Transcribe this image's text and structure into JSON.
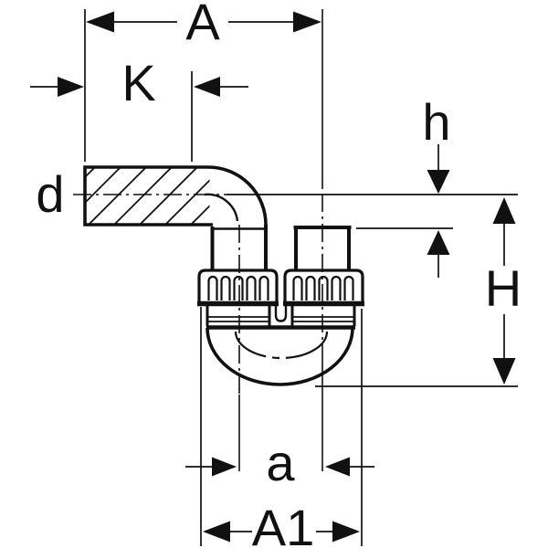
{
  "drawing": {
    "background": "#ffffff",
    "line_color": "#111111",
    "labels": {
      "A": "A",
      "K": "K",
      "h": "h",
      "d": "d",
      "H": "H",
      "a": "a",
      "A1": "A1"
    }
  }
}
